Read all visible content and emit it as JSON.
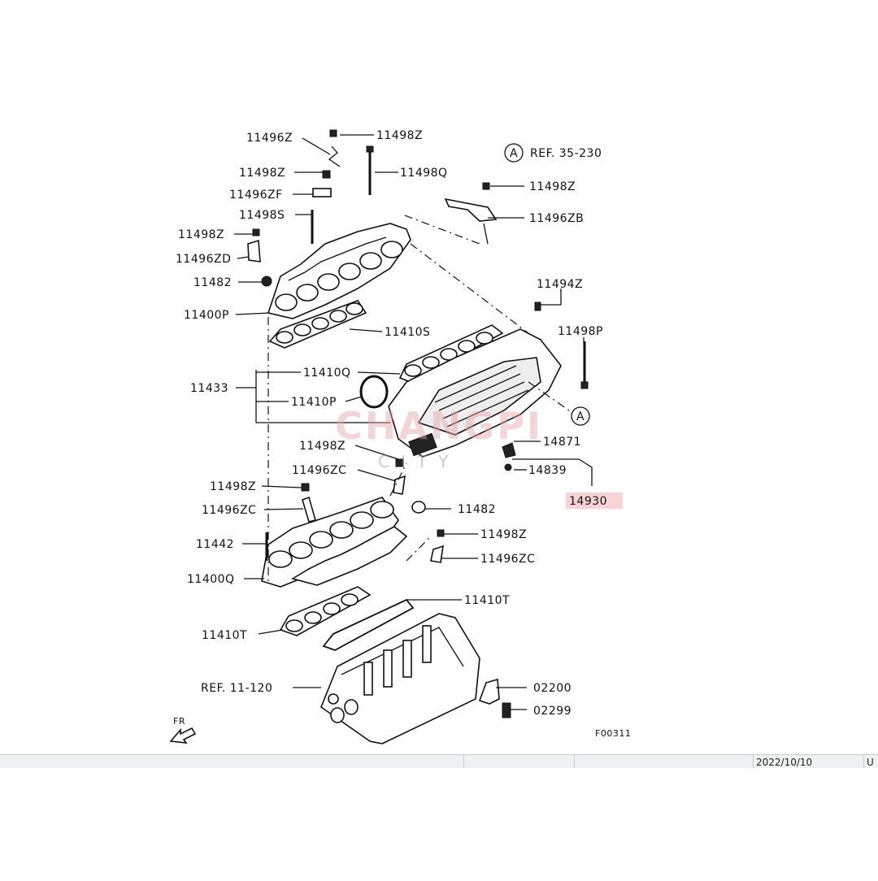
{
  "diagram": {
    "code": "F00311",
    "front_marker": "FR",
    "circle_ref_letter": "A",
    "labels": {
      "l11496z_top": "11496Z",
      "l11498z_top": "11498Z",
      "l11498z_2": "11498Z",
      "l11498q": "11498Q",
      "l11496zf": "11496ZF",
      "l11498s": "11498S",
      "l11498z_3": "11498Z",
      "l11496zd": "11496ZD",
      "l11482_top": "11482",
      "l11400p": "11400P",
      "l11410s": "11410S",
      "l11433": "11433",
      "l11410q": "11410Q",
      "l11410p": "11410P",
      "ref35": "REF. 35-230",
      "l11498z_right": "11498Z",
      "l11496zb": "11496ZB",
      "l11494z": "11494Z",
      "l11498p": "11498P",
      "l14871": "14871",
      "l14839": "14839",
      "l14930": "14930",
      "l11498z_mid": "11498Z",
      "l11496zc_mid": "11496ZC",
      "l11498z_low": "11498Z",
      "l11496zc_low": "11496ZC",
      "l11482_low": "11482",
      "l11498z_low2": "11498Z",
      "l11496zc_low2": "11496ZC",
      "l11442": "11442",
      "l11400q": "11400Q",
      "l11410t_r": "11410T",
      "l11410t_l": "11410T",
      "ref11": "REF. 11-120",
      "l02200": "02200",
      "l02299": "02299"
    },
    "watermark_main": "CHANGPI",
    "watermark_sub": "CITY"
  },
  "statusbar": {
    "date": "2022/10/10",
    "tail": "U"
  }
}
